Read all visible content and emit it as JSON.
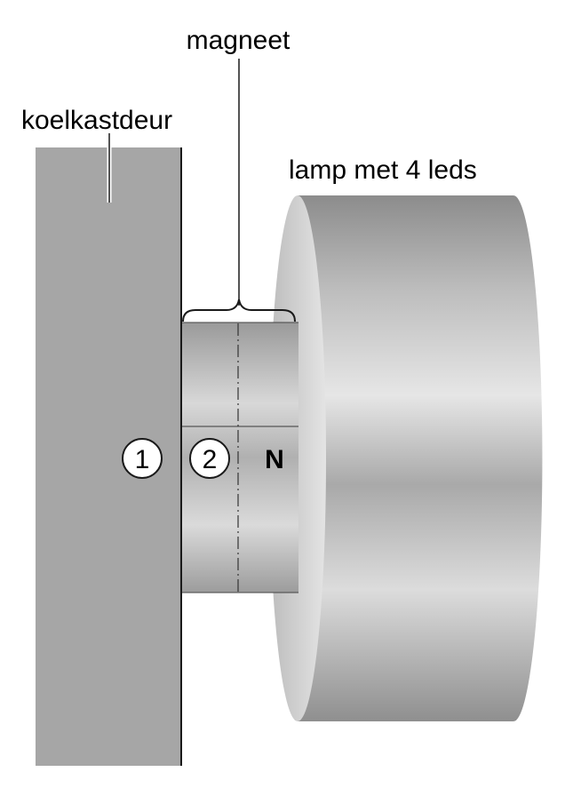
{
  "labels": {
    "magnet": "magneet",
    "door": "koelkastdeur",
    "lamp": "lamp met 4 leds",
    "pole": "N"
  },
  "markers": [
    "1",
    "2"
  ],
  "colors": {
    "door_fill": "#a6a6a6",
    "outline": "#1a1a1a",
    "metal_light": "#e0e0e0",
    "metal_dark": "#8a8a8a",
    "background": "#ffffff"
  }
}
